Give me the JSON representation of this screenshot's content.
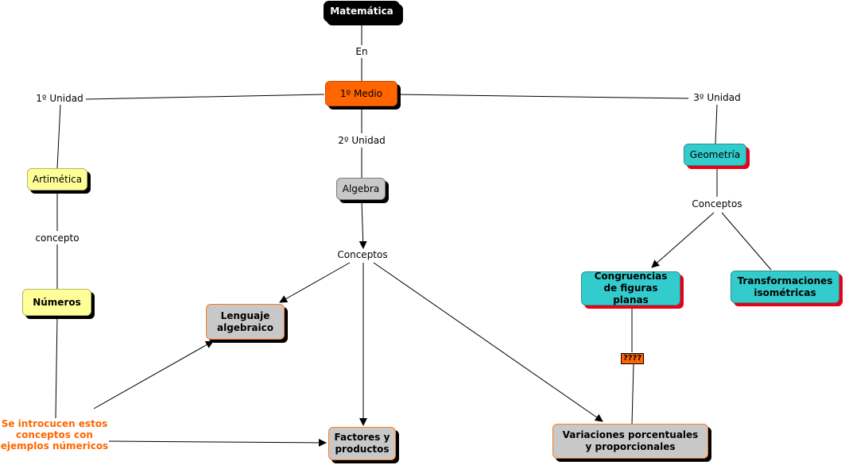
{
  "nodes": {
    "matematica": "Matemática",
    "primero_medio": "1º Medio",
    "aritmetica": "Artimética",
    "numeros": "Números",
    "algebra": "Algebra",
    "lenguaje": "Lenguaje algebraico",
    "factores": "Factores y productos",
    "geometria": "Geometría",
    "congruencias": "Congruencias de figuras planas",
    "transformaciones": "Transformaciones isométricas",
    "variaciones": "Variaciones porcentuales y proporcionales"
  },
  "links": {
    "en": "En",
    "unidad1": "1º Unidad",
    "unidad2": "2º Unidad",
    "unidad3": "3º Unidad",
    "concepto": "concepto",
    "conceptos_algebra": "Conceptos",
    "conceptos_geometria": "Conceptos",
    "unknown": "????"
  },
  "note": "Se introcucen estos conceptos con ejemplos númericos",
  "colors": {
    "black": "#000000",
    "orange": "#ff6600",
    "yellow": "#ffff99",
    "gray": "#c8c8c8",
    "teal": "#33cccc",
    "red_shadow": "#e8001a"
  }
}
